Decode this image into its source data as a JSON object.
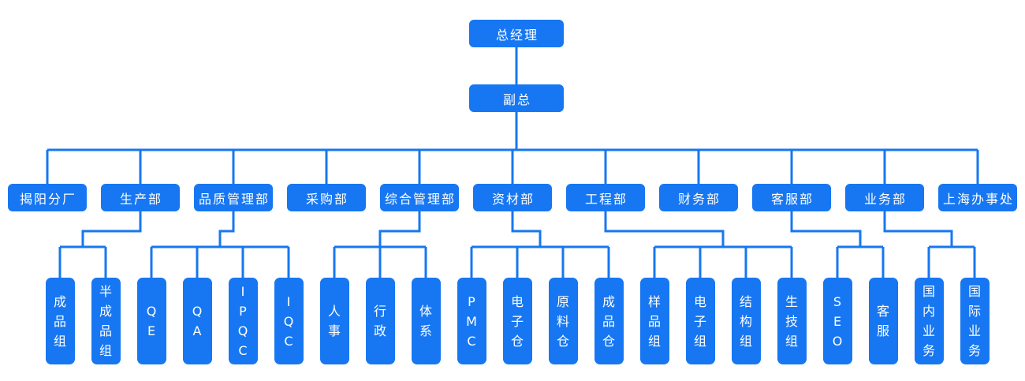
{
  "colors": {
    "node_fill": "#1777f2",
    "node_text": "#ffffff",
    "connector": "#1777f2",
    "background": "#ffffff"
  },
  "org": {
    "root": {
      "label": "总经理"
    },
    "deputy": {
      "label": "副总"
    },
    "departments": [
      {
        "label": "揭阳分厂",
        "children": []
      },
      {
        "label": "生产部",
        "children": [
          "成品组",
          "半成品组"
        ]
      },
      {
        "label": "品质管理部",
        "children": [
          "QE",
          "QA",
          "IPQC",
          "IQC"
        ]
      },
      {
        "label": "采购部",
        "children": []
      },
      {
        "label": "综合管理部",
        "children": [
          "人事",
          "行政",
          "体系"
        ]
      },
      {
        "label": "资材部",
        "children": [
          "PMC",
          "电子仓",
          "原料仓",
          "成品仓"
        ]
      },
      {
        "label": "工程部",
        "children": [
          "样品组",
          "电子组",
          "结构组",
          "生技组"
        ]
      },
      {
        "label": "财务部",
        "children": []
      },
      {
        "label": "客服部",
        "children": [
          "SEO",
          "客服"
        ]
      },
      {
        "label": "业务部",
        "children": [
          "国内业务",
          "国际业务"
        ]
      },
      {
        "label": "上海办事处",
        "children": []
      }
    ]
  }
}
